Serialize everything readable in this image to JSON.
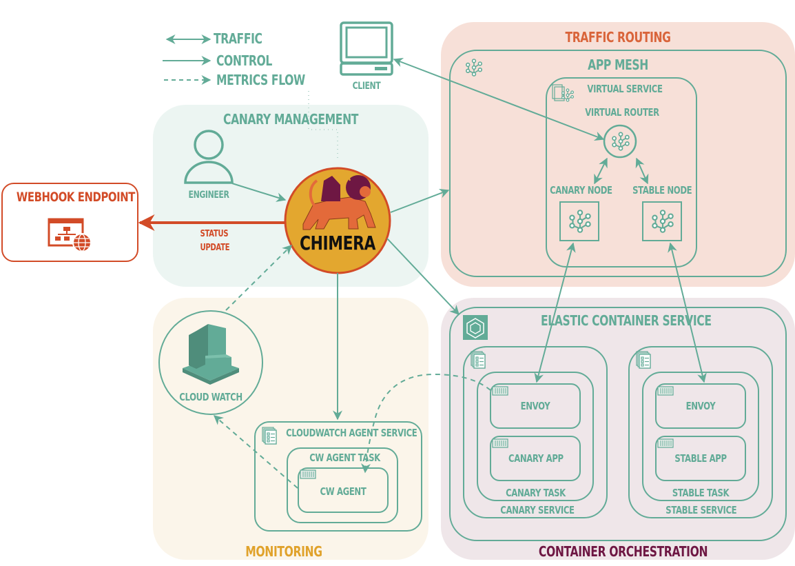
{
  "colors": {
    "teal": "#62ab97",
    "orange_red": "#d24b27",
    "routing_title": "#d9643a",
    "monitoring_title": "#e0a22b",
    "orchestration_title": "#6e1743",
    "canary_bg": "#ecf5f2",
    "routing_bg": "#f7e0d8",
    "monitoring_bg": "#fbf5ea",
    "orchestration_bg": "#efe6e9",
    "chimera_fill": "#e3a72f"
  },
  "legend": {
    "traffic": "TRAFFIC",
    "control": "CONTROL",
    "metrics": "METRICS FLOW"
  },
  "client": {
    "label": "CLIENT"
  },
  "webhook": {
    "title": "WEBHOOK ENDPOINT",
    "arrow_label_1": "STATUS",
    "arrow_label_2": "UPDATE"
  },
  "canary_management": {
    "title": "CANARY MANAGEMENT",
    "engineer": "ENGINEER",
    "chimera": "CHIMERA"
  },
  "traffic_routing": {
    "title": "TRAFFIC ROUTING",
    "app_mesh": "APP MESH",
    "virtual_service": "VIRTUAL SERVICE",
    "virtual_router": "VIRTUAL ROUTER",
    "canary_node": "CANARY NODE",
    "stable_node": "STABLE NODE"
  },
  "monitoring": {
    "title": "MONITORING",
    "cloudwatch": "CLOUD WATCH",
    "agent_service": "CLOUDWATCH AGENT SERVICE",
    "agent_task": "CW AGENT TASK",
    "agent": "CW AGENT"
  },
  "orchestration": {
    "title": "CONTAINER ORCHESTRATION",
    "ecs": "ELASTIC CONTAINER SERVICE",
    "canary": {
      "envoy": "ENVOY",
      "app": "CANARY APP",
      "task": "CANARY TASK",
      "service": "CANARY SERVICE"
    },
    "stable": {
      "envoy": "ENVOY",
      "app": "STABLE APP",
      "task": "STABLE TASK",
      "service": "STABLE SERVICE"
    }
  }
}
